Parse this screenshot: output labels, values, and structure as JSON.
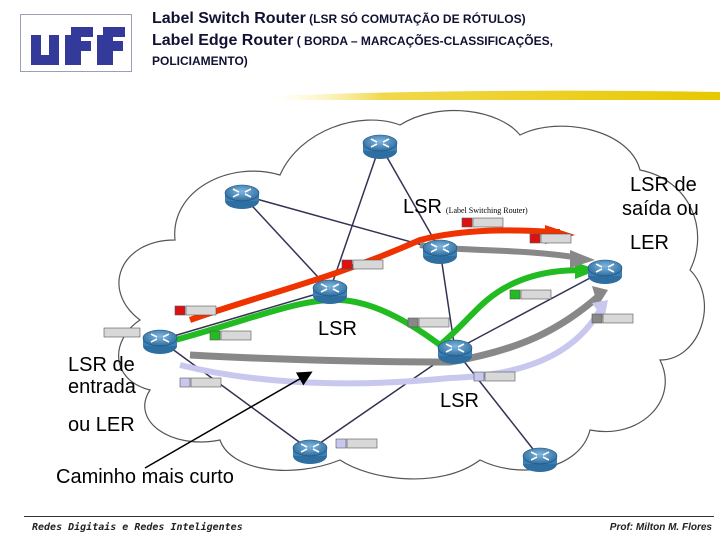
{
  "header": {
    "line1_main": "Label Switch Router",
    "line1_small": " (LSR SÓ COMUTAÇÃO DE RÓTULOS)",
    "line2_main": "Label Edge Router",
    "line2_small": " ( BORDA – MARCAÇÕES-CLASSIFICAÇÕES,",
    "line3": "POLICIAMENTO)"
  },
  "labels": {
    "lsr_top": "LSR",
    "lsr_top_small": "(Label Switching Router)",
    "lsr_saida_1": "LSR de",
    "lsr_saida_2": "saída ou",
    "ler_right": "LER",
    "lsr_mid": "LSR",
    "lsr_entrada_1": "LSR de",
    "lsr_entrada_2": "entrada",
    "ou_ler": "ou LER",
    "lsr_bottom": "LSR",
    "caminho": "Caminho mais curto"
  },
  "footer": {
    "left": "Redes Digitais e Redes Inteligentes",
    "right": "Prof: Milton M. Flores"
  },
  "colors": {
    "accent_bar": "#e8c800",
    "router": "#3a7fb5",
    "path_red": "#ee3300",
    "path_green": "#22bb22",
    "path_gray": "#888888",
    "path_lavender": "#c8c8ee"
  }
}
